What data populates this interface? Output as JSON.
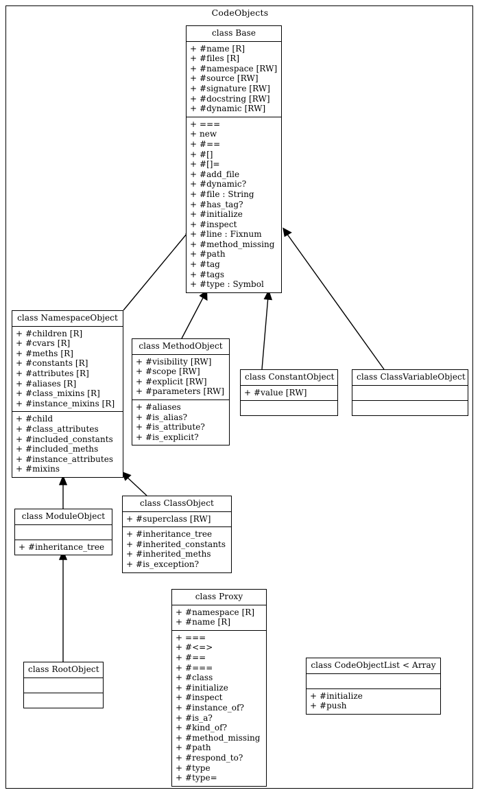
{
  "diagram": {
    "title": "CodeObjects",
    "type": "uml-class-diagram"
  },
  "classes": {
    "base": {
      "name": "class Base",
      "attributes": [
        "+ #name [R]",
        "+ #files [R]",
        "+ #namespace [RW]",
        "+ #source [RW]",
        "+ #signature [RW]",
        "+ #docstring [RW]",
        "+ #dynamic [RW]"
      ],
      "methods": [
        "+ ===",
        "+ new",
        "+ #==",
        "+ #[]",
        "+ #[]=",
        "+ #add_file",
        "+ #dynamic?",
        "+ #file : String",
        "+ #has_tag?",
        "+ #initialize",
        "+ #inspect",
        "+ #line : Fixnum",
        "+ #method_missing",
        "+ #path",
        "+ #tag",
        "+ #tags",
        "+ #type : Symbol"
      ]
    },
    "namespace_object": {
      "name": "class NamespaceObject",
      "attributes": [
        "+ #children [R]",
        "+ #cvars [R]",
        "+ #meths [R]",
        "+ #constants [R]",
        "+ #attributes [R]",
        "+ #aliases [R]",
        "+ #class_mixins [R]",
        "+ #instance_mixins [R]"
      ],
      "methods": [
        "+ #child",
        "+ #class_attributes",
        "+ #included_constants",
        "+ #included_meths",
        "+ #instance_attributes",
        "+ #mixins"
      ]
    },
    "method_object": {
      "name": "class MethodObject",
      "attributes": [
        "+ #visibility [RW]",
        "+ #scope [RW]",
        "+ #explicit [RW]",
        "+ #parameters [RW]"
      ],
      "methods": [
        "+ #aliases",
        "+ #is_alias?",
        "+ #is_attribute?",
        "+ #is_explicit?"
      ]
    },
    "constant_object": {
      "name": "class ConstantObject",
      "attributes": [
        "+ #value [RW]"
      ],
      "methods": []
    },
    "class_variable_object": {
      "name": "class ClassVariableObject",
      "attributes": [],
      "methods": []
    },
    "module_object": {
      "name": "class ModuleObject",
      "attributes": [],
      "methods": [
        "+ #inheritance_tree"
      ]
    },
    "class_object": {
      "name": "class ClassObject",
      "attributes": [
        "+ #superclass [RW]"
      ],
      "methods": [
        "+ #inheritance_tree",
        "+ #inherited_constants",
        "+ #inherited_meths",
        "+ #is_exception?"
      ]
    },
    "root_object": {
      "name": "class RootObject",
      "attributes": [],
      "methods": []
    },
    "proxy": {
      "name": "class Proxy",
      "attributes": [
        "+ #namespace [R]",
        "+ #name [R]"
      ],
      "methods": [
        "+ ===",
        "+ #<=>",
        "+ #==",
        "+ #===",
        "+ #class",
        "+ #initialize",
        "+ #inspect",
        "+ #instance_of?",
        "+ #is_a?",
        "+ #kind_of?",
        "+ #method_missing",
        "+ #path",
        "+ #respond_to?",
        "+ #type",
        "+ #type="
      ]
    },
    "code_object_list": {
      "name": "class CodeObjectList < Array",
      "attributes": [],
      "methods": [
        "+ #initialize",
        "+ #push"
      ]
    }
  },
  "edges": [
    {
      "from": "namespace_object",
      "to": "base",
      "kind": "inheritance"
    },
    {
      "from": "method_object",
      "to": "base",
      "kind": "inheritance"
    },
    {
      "from": "constant_object",
      "to": "base",
      "kind": "inheritance"
    },
    {
      "from": "class_variable_object",
      "to": "base",
      "kind": "inheritance"
    },
    {
      "from": "module_object",
      "to": "namespace_object",
      "kind": "inheritance"
    },
    {
      "from": "class_object",
      "to": "namespace_object",
      "kind": "inheritance"
    },
    {
      "from": "root_object",
      "to": "module_object",
      "kind": "inheritance"
    }
  ],
  "colors": {
    "stroke": "#000000",
    "background": "#ffffff",
    "text": "#000000"
  }
}
